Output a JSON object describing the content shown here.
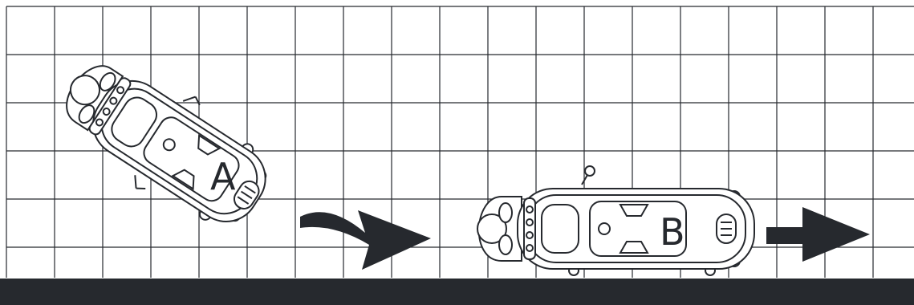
{
  "colors": {
    "background": "#ffffff",
    "grid_line": "#26292e",
    "floor": "#26292e",
    "arrow": "#26292e",
    "outline": "#26292e"
  },
  "machines": [
    {
      "label": "A",
      "icon": "scrubber-machine-diagonal"
    },
    {
      "label": "B",
      "icon": "scrubber-machine-straight"
    }
  ],
  "arrows": [
    {
      "icon": "curved-arrow-right"
    },
    {
      "icon": "straight-arrow-right"
    }
  ]
}
